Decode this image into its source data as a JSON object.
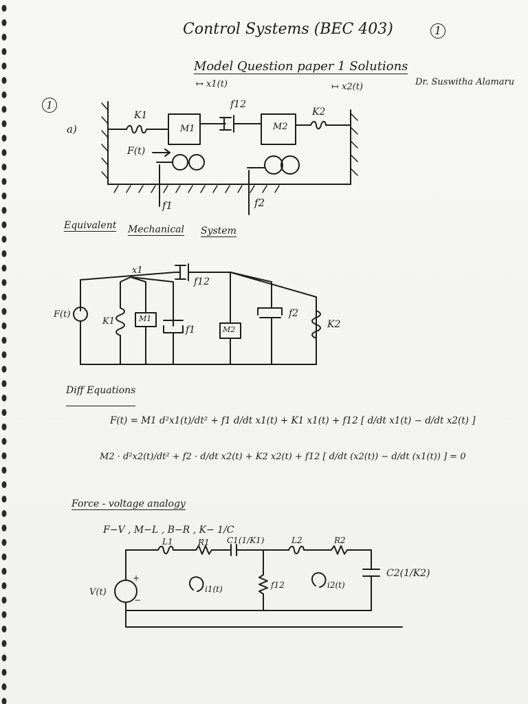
{
  "header": {
    "title": "Control Systems (BEC 403)",
    "page_number": "1",
    "subtitle": "Model Question paper 1 Solutions",
    "author": "Dr. Suswitha Alamaru",
    "x1_label": "x1(t)",
    "x2_label": "x2(t)"
  },
  "question": {
    "number": "1",
    "part": "a)"
  },
  "mechanical_diagram": {
    "k1": "K1",
    "k2": "K2",
    "f12": "f12",
    "m1": "M1",
    "m2": "M2",
    "force": "F(t)",
    "f1": "f1",
    "f2": "f2"
  },
  "equivalent_system": {
    "heading_1": "Equivalent",
    "heading_2": "Mechanical",
    "heading_3": "System",
    "source": "F(t)",
    "node_x1": "x1",
    "f12": "f12",
    "k1": "K1",
    "m1": "M1",
    "f1": "f1",
    "m2": "M2",
    "f2": "f2",
    "k2": "K2"
  },
  "diff_equations": {
    "heading": "Diff Equations",
    "eq1": "F(t) = M1 d²x1(t)/dt² + f1 d/dt x1(t) + K1 x1(t) + f12 [ d/dt x1(t) − d/dt x2(t) ]",
    "eq2": "M2 · d²x2(t)/dt² + f2 · d/dt x2(t) + K2 x2(t) + f12 [ d/dt (x2(t)) − d/dt (x1(t)) ] = 0"
  },
  "analogy": {
    "heading": "Force - voltage analogy",
    "mapping": "F−V ,  M−L ,  B−R ,  K− 1/C",
    "source": "V(t)",
    "plus": "+",
    "minus": "−",
    "l1": "L1",
    "r1": "R1",
    "c1": "C1(1/K1)",
    "l2": "L2",
    "r2": "R2",
    "c2": "C2(1/K2)",
    "i1": "i1(t)",
    "i2": "i2(t)",
    "mid_r": "f12"
  }
}
